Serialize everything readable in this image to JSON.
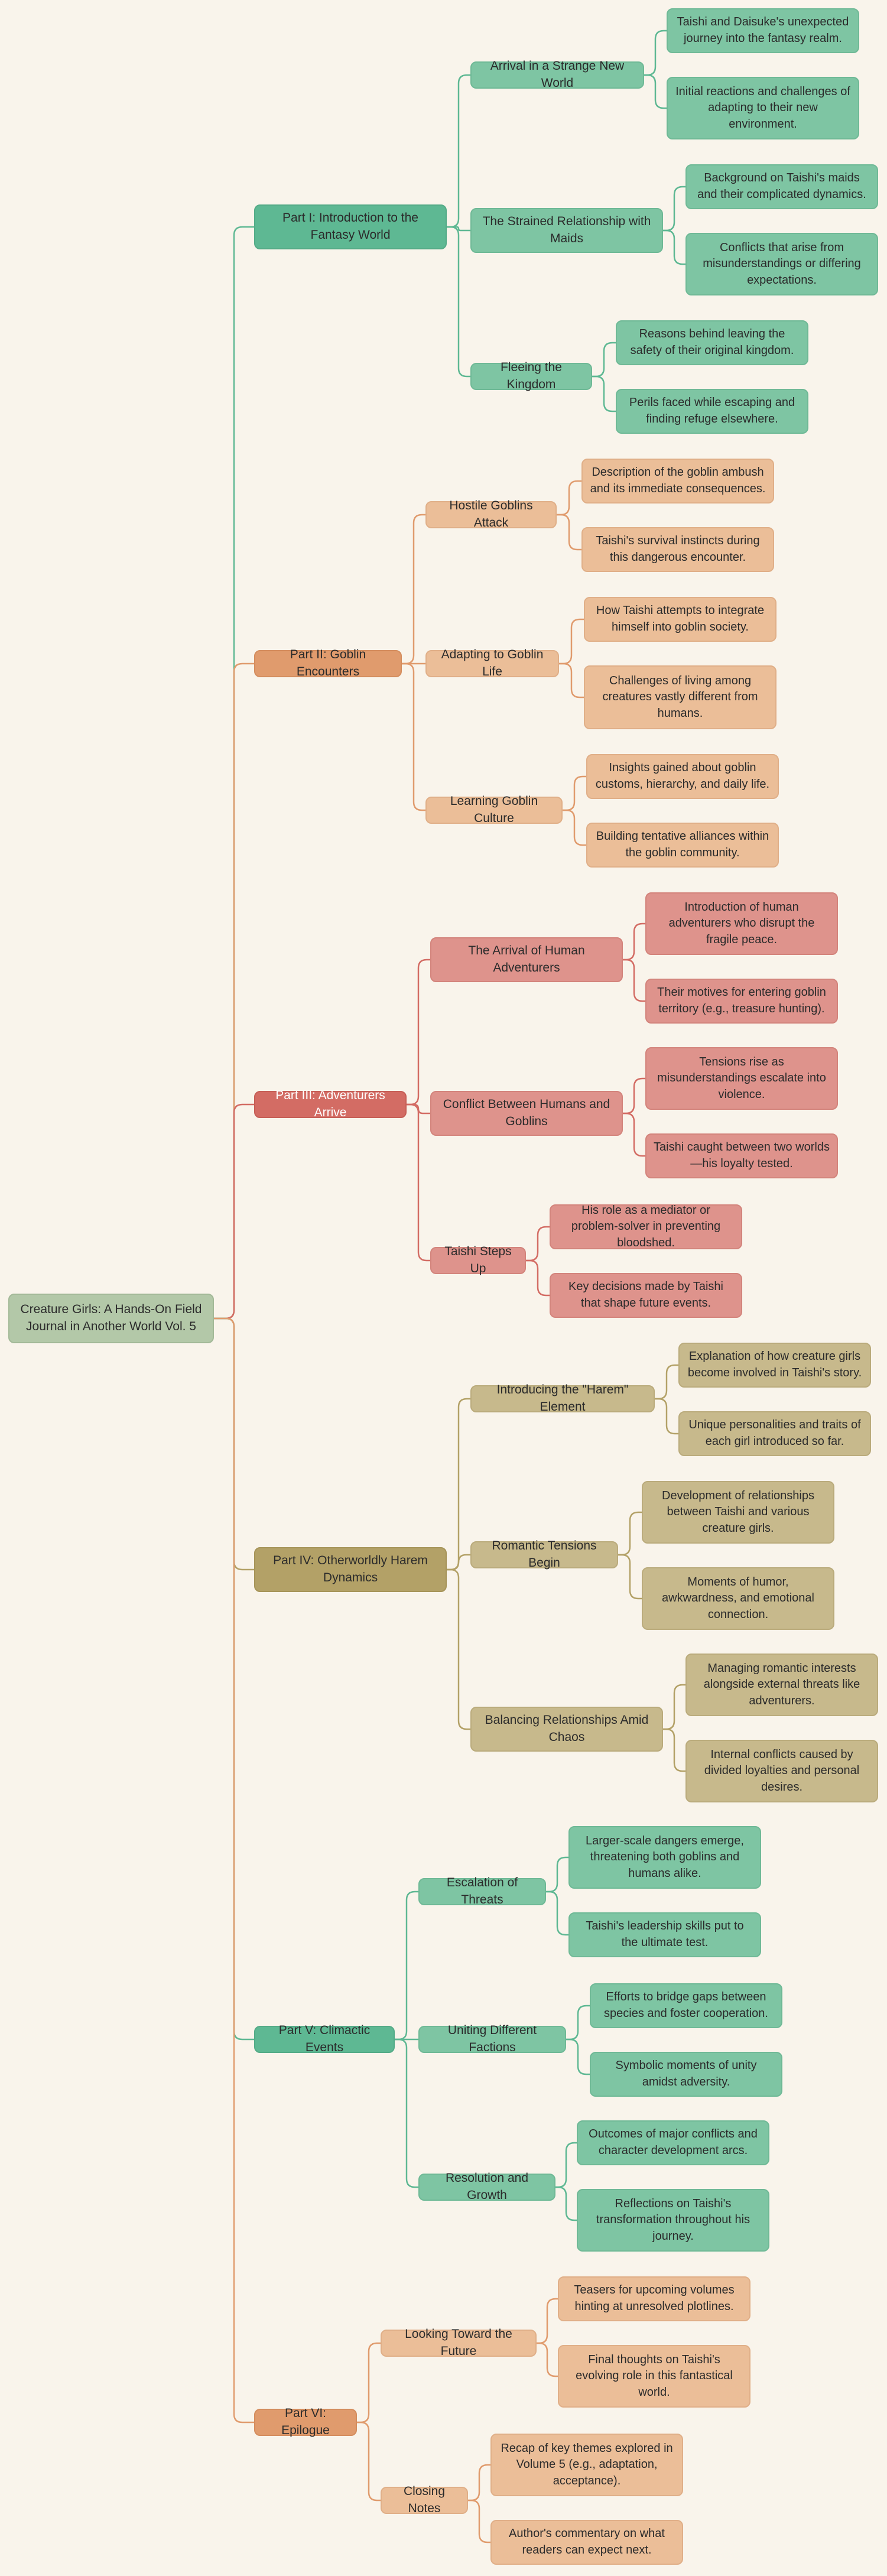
{
  "colors": {
    "green": "#5eb893",
    "orange": "#e09b6d",
    "red": "#d36c64",
    "olive": "#b3a167",
    "root": "#b3c8a8",
    "background": "#f9f4eb"
  },
  "root": "Creature Girls: A Hands-On Field Journal in Another World Vol. 5",
  "parts": [
    {
      "title": "Part I: Introduction to the Fantasy World",
      "sections": [
        {
          "title": "Arrival in a Strange New World",
          "leaves": [
            "Taishi and Daisuke's unexpected journey into the fantasy realm.",
            "Initial reactions and challenges of adapting to their new environment."
          ]
        },
        {
          "title": "The Strained Relationship with Maids",
          "leaves": [
            "Background on Taishi's maids and their complicated dynamics.",
            "Conflicts that arise from misunderstandings or differing expectations."
          ]
        },
        {
          "title": "Fleeing the Kingdom",
          "leaves": [
            "Reasons behind leaving the safety of their original kingdom.",
            "Perils faced while escaping and finding refuge elsewhere."
          ]
        }
      ]
    },
    {
      "title": "Part II: Goblin Encounters",
      "sections": [
        {
          "title": "Hostile Goblins Attack",
          "leaves": [
            "Description of the goblin ambush and its immediate consequences.",
            "Taishi's survival instincts during this dangerous encounter."
          ]
        },
        {
          "title": "Adapting to Goblin Life",
          "leaves": [
            "How Taishi attempts to integrate himself into goblin society.",
            "Challenges of living among creatures vastly different from humans."
          ]
        },
        {
          "title": "Learning Goblin Culture",
          "leaves": [
            "Insights gained about goblin customs, hierarchy, and daily life.",
            "Building tentative alliances within the goblin community."
          ]
        }
      ]
    },
    {
      "title": "Part III: Adventurers Arrive",
      "sections": [
        {
          "title": "The Arrival of Human Adventurers",
          "leaves": [
            "Introduction of human adventurers who disrupt the fragile peace.",
            "Their motives for entering goblin territory (e.g., treasure hunting)."
          ]
        },
        {
          "title": "Conflict Between Humans and Goblins",
          "leaves": [
            "Tensions rise as misunderstandings escalate into violence.",
            "Taishi caught between two worlds—his loyalty tested."
          ]
        },
        {
          "title": "Taishi Steps Up",
          "leaves": [
            "His role as a mediator or problem-solver in preventing bloodshed.",
            "Key decisions made by Taishi that shape future events."
          ]
        }
      ]
    },
    {
      "title": "Part IV: Otherworldly Harem Dynamics",
      "sections": [
        {
          "title": "Introducing the \"Harem\" Element",
          "leaves": [
            "Explanation of how creature girls become involved in Taishi's story.",
            "Unique personalities and traits of each girl introduced so far."
          ]
        },
        {
          "title": "Romantic Tensions Begin",
          "leaves": [
            "Development of relationships between Taishi and various creature girls.",
            "Moments of humor, awkwardness, and emotional connection."
          ]
        },
        {
          "title": "Balancing Relationships Amid Chaos",
          "leaves": [
            "Managing romantic interests alongside external threats like adventurers.",
            "Internal conflicts caused by divided loyalties and personal desires."
          ]
        }
      ]
    },
    {
      "title": "Part V: Climactic Events",
      "sections": [
        {
          "title": "Escalation of Threats",
          "leaves": [
            "Larger-scale dangers emerge, threatening both goblins and humans alike.",
            "Taishi's leadership skills put to the ultimate test."
          ]
        },
        {
          "title": "Uniting Different Factions",
          "leaves": [
            "Efforts to bridge gaps between species and foster cooperation.",
            "Symbolic moments of unity amidst adversity."
          ]
        },
        {
          "title": "Resolution and Growth",
          "leaves": [
            "Outcomes of major conflicts and character development arcs.",
            "Reflections on Taishi's transformation throughout his journey."
          ]
        }
      ]
    },
    {
      "title": "Part VI: Epilogue",
      "sections": [
        {
          "title": "Looking Toward the Future",
          "leaves": [
            "Teasers for upcoming volumes hinting at unresolved plotlines.",
            "Final thoughts on Taishi's evolving role in this fantastical world."
          ]
        },
        {
          "title": "Closing Notes",
          "leaves": [
            "Recap of key themes explored in Volume 5 (e.g., adaptation, acceptance).",
            "Author's commentary on what readers can expect next."
          ]
        }
      ]
    }
  ]
}
